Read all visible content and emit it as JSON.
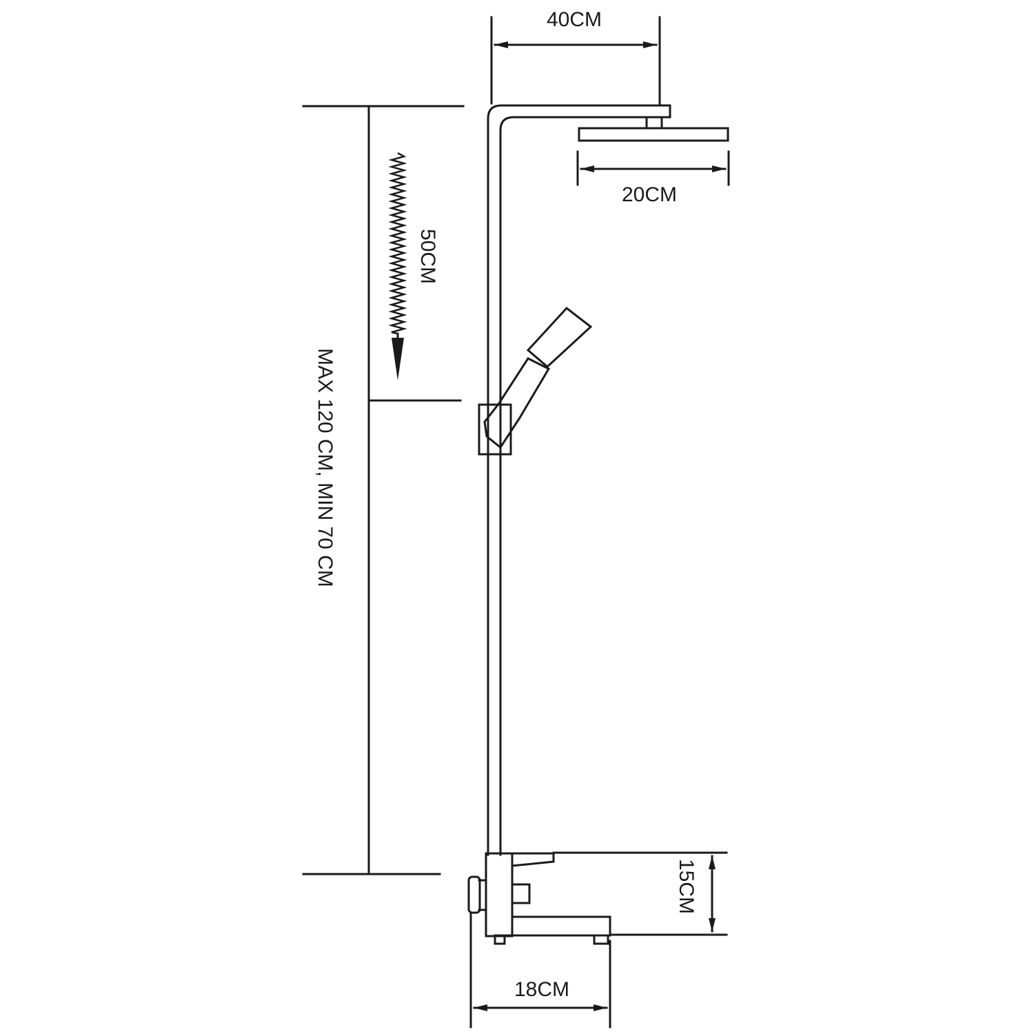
{
  "dimensions": {
    "arm_length": "40CM",
    "head_width": "20CM",
    "hose_length": "50CM",
    "rail_height": "MAX 120 CM, MIN 70 CM",
    "mixer_height": "15CM",
    "spout_length": "18CM"
  }
}
